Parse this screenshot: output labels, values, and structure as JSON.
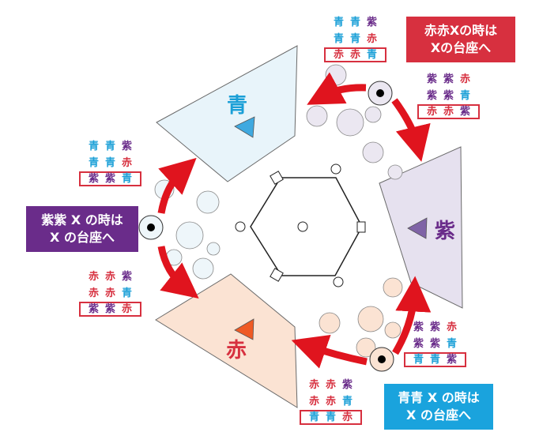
{
  "colors": {
    "blue": "#1a9fd7",
    "purple": "#6a2c8a",
    "red": "#d7303f",
    "blue_platform": "#e8f4fa",
    "purple_platform": "#e6e1ef",
    "red_platform": "#fbe3d3"
  },
  "platforms": {
    "blue": "青",
    "purple": "紫",
    "red": "赤"
  },
  "callouts": {
    "red_xx": [
      "赤赤Xの時は",
      "Xの台座へ"
    ],
    "purple_xx": [
      "紫紫 X の時は",
      "X の台座へ"
    ],
    "blue_xx": [
      "青青 X の時は",
      "X の台座へ"
    ]
  },
  "combos": {
    "top": [
      [
        "青",
        "青",
        "紫"
      ],
      [
        "青",
        "青",
        "赤"
      ],
      [
        "赤",
        "赤",
        "青"
      ]
    ],
    "right_upper": [
      [
        "紫",
        "紫",
        "赤"
      ],
      [
        "紫",
        "紫",
        "青"
      ],
      [
        "赤",
        "赤",
        "紫"
      ]
    ],
    "left_upper": [
      [
        "青",
        "青",
        "紫"
      ],
      [
        "青",
        "青",
        "赤"
      ],
      [
        "紫",
        "紫",
        "青"
      ]
    ],
    "left_lower": [
      [
        "赤",
        "赤",
        "紫"
      ],
      [
        "赤",
        "赤",
        "青"
      ],
      [
        "紫",
        "紫",
        "赤"
      ]
    ],
    "right_lower": [
      [
        "紫",
        "紫",
        "赤"
      ],
      [
        "紫",
        "紫",
        "青"
      ],
      [
        "青",
        "青",
        "紫"
      ]
    ],
    "bottom": [
      [
        "赤",
        "赤",
        "紫"
      ],
      [
        "赤",
        "赤",
        "青"
      ],
      [
        "青",
        "青",
        "赤"
      ]
    ]
  }
}
